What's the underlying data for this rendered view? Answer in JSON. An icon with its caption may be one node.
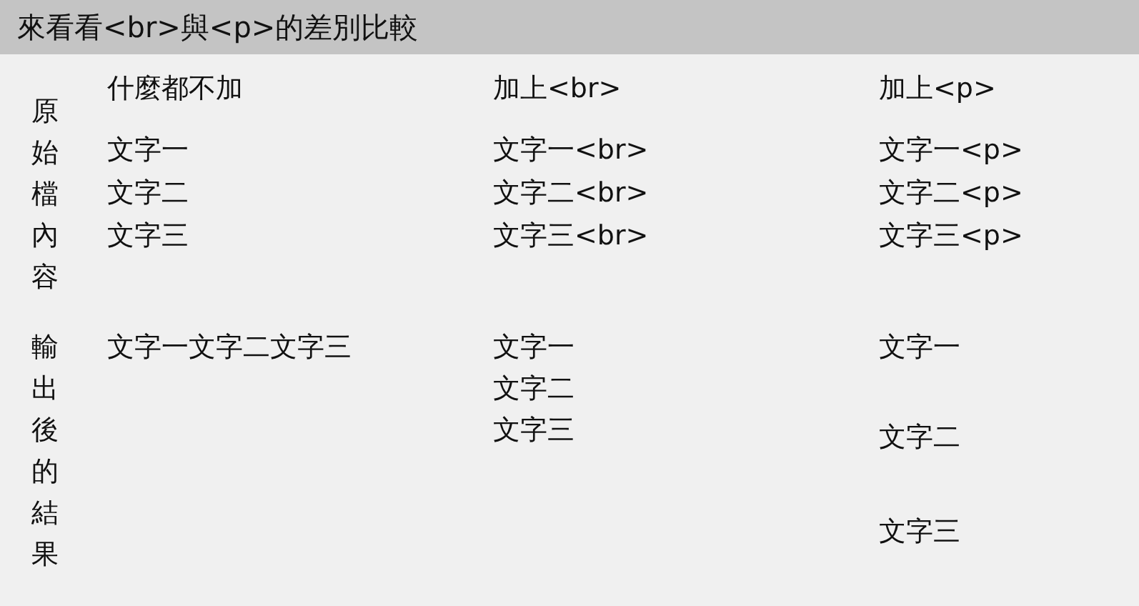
{
  "diagram": {
    "title": "來看看<br>與<p>的差別比較",
    "labels": [
      "原始檔內容",
      "什麼都不加",
      "加上<br>",
      "加上<p>",
      "文字一",
      "文字二",
      "文字三",
      "文字一<br>",
      "文字二<br>",
      "文字三<br>",
      "文字一<p>",
      "文字二<p>",
      "文字三<p>",
      "輸出後的結果",
      "文字一文字二文字三",
      "文字一",
      "文字二",
      "文字三",
      "文字一",
      "文字二",
      "文字三"
    ]
  }
}
